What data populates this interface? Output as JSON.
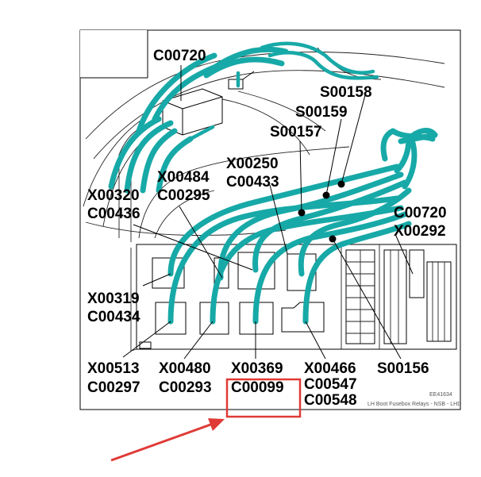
{
  "labels": {
    "c00720_top": "C00720",
    "s00158": "S00158",
    "s00159": "S00159",
    "s00157": "S00157",
    "x00250": "X00250",
    "c00433": "C00433",
    "x00484": "X00484",
    "c00295": "C00295",
    "x00320": "X00320",
    "c00436": "C00436",
    "c00720_right": "C00720",
    "x00292": "X00292",
    "x00319": "X00319",
    "c00434": "C00434",
    "x00513": "X00513",
    "c00297": "C00297",
    "x00480": "X00480",
    "c00293": "C00293",
    "x00369": "X00369",
    "c00099": "C00099",
    "x00466": "X00466",
    "c00547": "C00547",
    "c00548": "C00548",
    "s00156": "S00156"
  },
  "figure_id": "EE41634",
  "caption": "LH Boot Fusebox Relays - NSB - LHD",
  "colors": {
    "harness": "#17a9a7",
    "highlight": "#e03a36"
  }
}
